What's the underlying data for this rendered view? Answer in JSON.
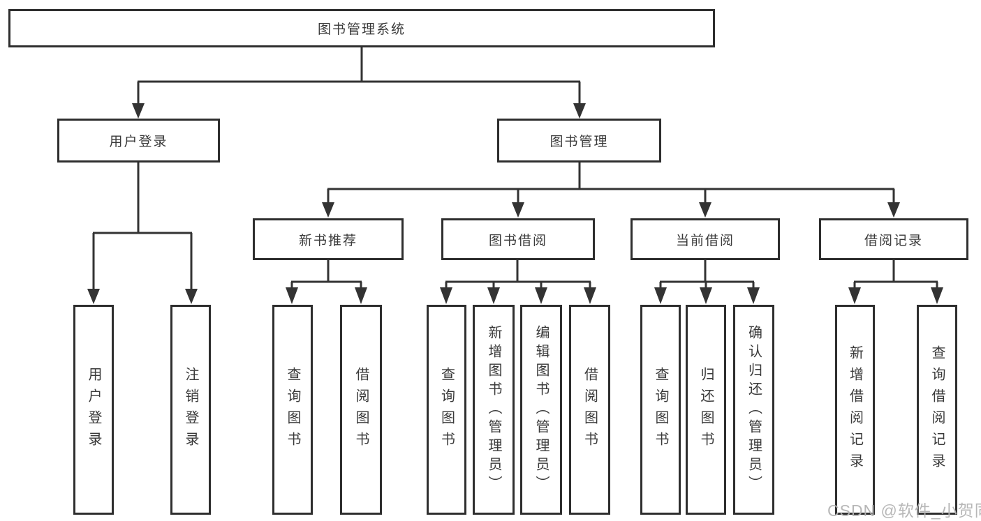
{
  "diagram": {
    "title": "图书管理系统",
    "root": {
      "label": "图书管理系统"
    },
    "level1": [
      {
        "label": "用户登录"
      },
      {
        "label": "图书管理"
      }
    ],
    "level2": [
      {
        "label": "新书推荐",
        "parent": "图书管理"
      },
      {
        "label": "图书借阅",
        "parent": "图书管理"
      },
      {
        "label": "当前借阅",
        "parent": "图书管理"
      },
      {
        "label": "借阅记录",
        "parent": "图书管理"
      }
    ],
    "leaves": [
      {
        "label": "用户登录",
        "parent": "用户登录"
      },
      {
        "label": "注销登录",
        "parent": "用户登录"
      },
      {
        "label": "查询图书",
        "parent": "新书推荐"
      },
      {
        "label": "借阅图书",
        "parent": "新书推荐"
      },
      {
        "label": "查询图书",
        "parent": "图书借阅"
      },
      {
        "label": "新增图书（管理员）",
        "parent": "图书借阅"
      },
      {
        "label": "编辑图书（管理员）",
        "parent": "图书借阅"
      },
      {
        "label": "借阅图书",
        "parent": "图书借阅"
      },
      {
        "label": "查询图书",
        "parent": "当前借阅"
      },
      {
        "label": "归还图书",
        "parent": "当前借阅"
      },
      {
        "label": "确认归还（管理员）",
        "parent": "当前借阅"
      },
      {
        "label": "新增借阅记录",
        "parent": "借阅记录"
      },
      {
        "label": "查询借阅记录",
        "parent": "借阅记录"
      }
    ],
    "watermark": "CSDN @软件_小贺同学",
    "colors": {
      "line": "#333333",
      "border": "#2e2e2e",
      "text": "#3a3a3a",
      "background": "#ffffff",
      "watermark": "#b4b4b4"
    }
  }
}
